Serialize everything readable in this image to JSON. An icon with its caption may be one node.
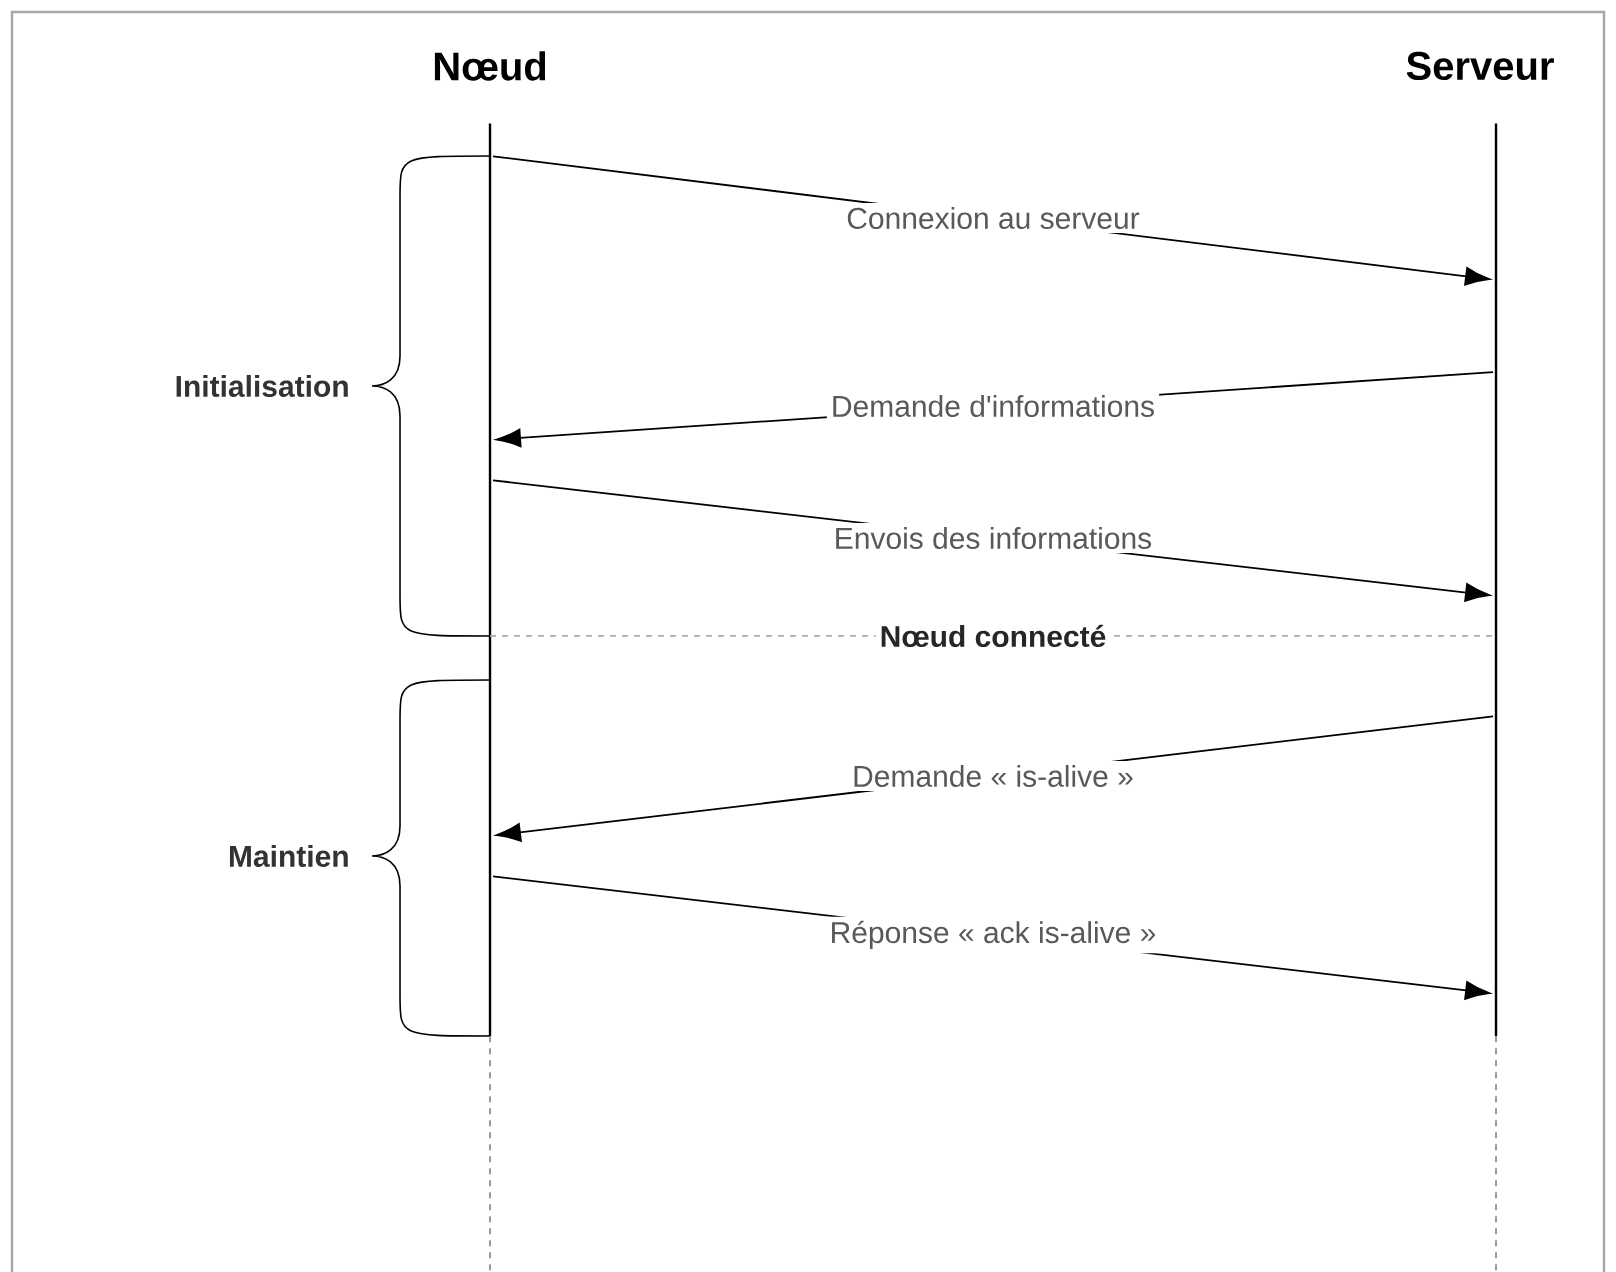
{
  "diagram": {
    "nodes": [
      {
        "text": [],
        "shape": "line",
        "beside": [
          "Nœud"
        ]
      },
      {
        "text": [],
        "shape": "line",
        "beside": [
          "Serveur"
        ]
      }
    ],
    "edges": [
      {
        "from": 0,
        "to": 1,
        "arrow": "to",
        "label": "Connexion au serveur"
      },
      {
        "from": 1,
        "to": 0,
        "arrow": "to",
        "label": "Demande d'informations"
      },
      {
        "from": 0,
        "to": 1,
        "arrow": "to",
        "label": "Envois des informations"
      },
      {
        "from": 0,
        "to": 1,
        "arrow": "none",
        "label": "Nœud connecté",
        "style": "dashed",
        "color": "#aaaaaa"
      },
      {
        "from": 1,
        "to": 0,
        "arrow": "to",
        "label": "Demande « is-alive »"
      },
      {
        "from": 0,
        "to": 1,
        "arrow": "to",
        "label": "Réponse « ack is-alive »"
      }
    ],
    "labels": [
      "Initialisation",
      "Maintien"
    ]
  }
}
